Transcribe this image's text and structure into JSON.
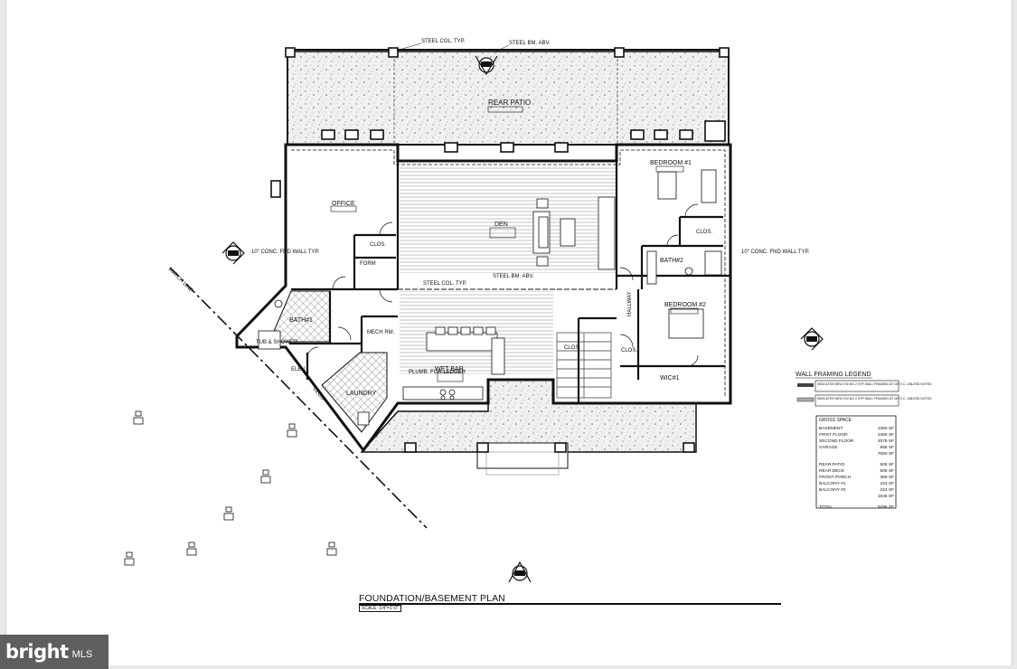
{
  "plan": {
    "title": "FOUNDATION/BASEMENT PLAN",
    "scale": "SCALE: 1/4\"=1'-0\"",
    "rooms": {
      "rear_patio": "REAR PATIO",
      "den": "DEN",
      "office": "OFFICE",
      "bedroom1": "BEDROOM #1",
      "bedroom2": "BEDROOM #2",
      "bath1": "BATH#1",
      "bath2": "BATH#2",
      "clos_office": "CLOS.",
      "clos_bed1": "CLOS.",
      "clos_hall": "CLOS.",
      "clos_stair": "CLOS.",
      "clos_laundry": "CLOS.",
      "form": "FORM",
      "mech": "MECH RM.",
      "elev": "ELEV.",
      "laundry": "LAUNDRY",
      "wet_bar": "WET BAR",
      "wic1": "WIC#1",
      "hallway": "HALLWAY",
      "tub_shower": "TUB & SHOWER"
    },
    "notes": {
      "steel_col": "STEEL COL. TYP.",
      "steel_bm": "STEEL BM. ABV.",
      "steel_col_mid": "STEEL COL. TYP.",
      "steel_bm_mid": "STEEL BM. ABV.",
      "conc_wall_left": "10\" CONC. FND WALL TYP.",
      "conc_wall_right": "10\" CONC. FND WALL TYP.",
      "match_line": "MATCH LINE",
      "plumb": "PLUMB. FOR LEDGER"
    }
  },
  "legend": {
    "title": "WALL FRAMING LEGEND",
    "item1": "INDICATES NEW 2X6 NO.2 SYP WALL FRAMING AT 16\" O.C. UNLESS NOTED",
    "item2": "INDICATES NEW 2X4 NO.2 SYP WALL FRAMING AT 16\" O.C. UNLESS NOTED"
  },
  "area_table": {
    "title": "GROSS SPACE",
    "rows": [
      {
        "label": "BASEMENT",
        "value": "2360 SF"
      },
      {
        "label": "FIRST FLOOR",
        "value": "2360 SF"
      },
      {
        "label": "SECOND FLOOR",
        "value": "2075 SF"
      },
      {
        "label": "GARAGE",
        "value": "855 SF"
      },
      {
        "label": "",
        "value": "7650 SF"
      },
      {
        "label": "REAR PATIO",
        "value": "505 SF"
      },
      {
        "label": "REAR DECK",
        "value": "505 SF"
      },
      {
        "label": "FRONT PORCH",
        "value": "368 SF"
      },
      {
        "label": "BALCONY #1",
        "value": "224 SF"
      },
      {
        "label": "BALCONY #2",
        "value": "224 SF"
      },
      {
        "label": "",
        "value": "1646 SF"
      },
      {
        "label": "TOTAL",
        "value": "9296 SF"
      }
    ]
  },
  "watermark": {
    "brand": "bright",
    "suffix": "MLS"
  },
  "colors": {
    "wall": "#111111",
    "hatch": "#bdbdbd",
    "gravel": "#d8d8d8",
    "logo_bg": "#5e5e5e"
  }
}
